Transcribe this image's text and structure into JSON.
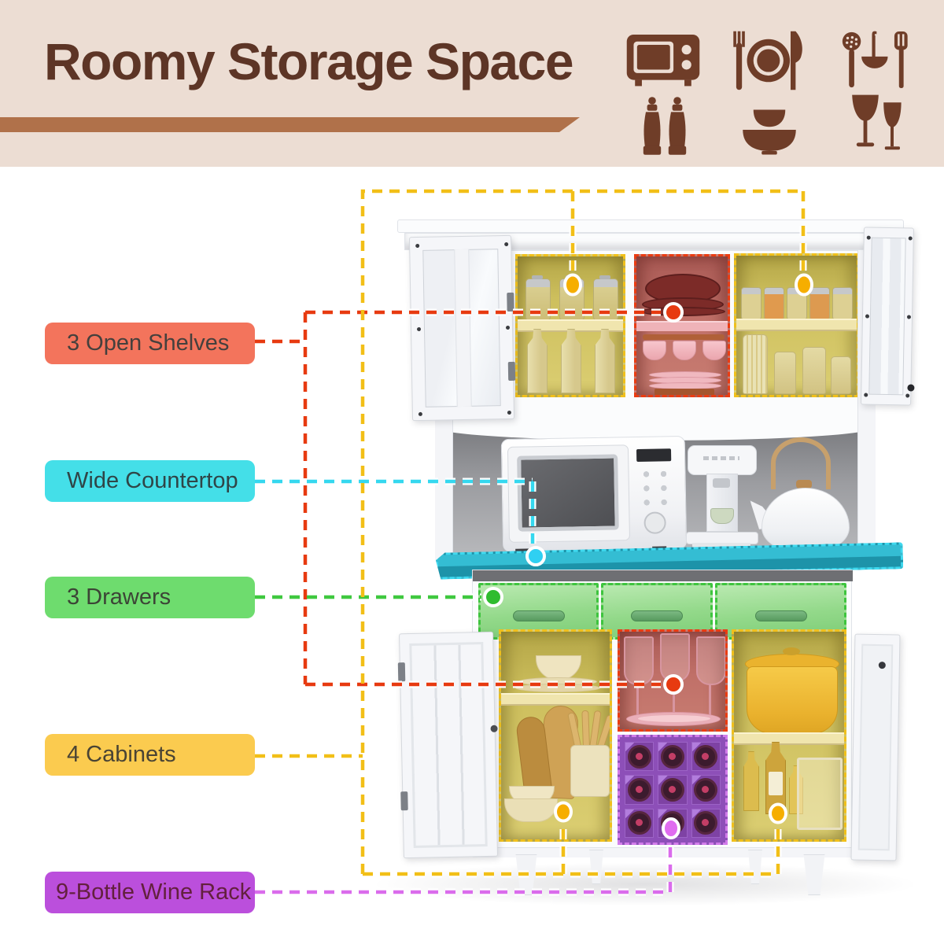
{
  "header": {
    "title": "Roomy Storage Space",
    "background_color": "#ecddd3",
    "title_color": "#5d3526",
    "underline_color": "#b0714a",
    "icon_color": "#6f3d28",
    "icons": [
      {
        "name": "microwave-icon"
      },
      {
        "name": "dinner-plate-icon"
      },
      {
        "name": "kitchen-utensils-icon"
      },
      {
        "name": "salt-pepper-mills-icon"
      },
      {
        "name": "bowls-icon"
      },
      {
        "name": "wine-glasses-icon"
      }
    ]
  },
  "callouts": [
    {
      "label": "3 Open Shelves",
      "badge_color": "#f3745c",
      "text_color": "#45403d",
      "line_color": "#e73a10",
      "marker_count": 2
    },
    {
      "label": "Wide Countertop",
      "badge_color": "#44dfe8",
      "text_color": "#2f4547",
      "line_color": "#35d8ef",
      "marker_count": 1
    },
    {
      "label": "3 Drawers",
      "badge_color": "#6edc6e",
      "text_color": "#3c4436",
      "line_color": "#3fc83f",
      "marker_count": 1
    },
    {
      "label": "4 Cabinets",
      "badge_color": "#fbcb4f",
      "text_color": "#4a4434",
      "line_color": "#f2bf17",
      "marker_count": 4
    },
    {
      "label": "9-Bottle Wine Rack",
      "badge_color": "#bb4fdc",
      "text_color": "#63203e",
      "line_color": "#da6cec",
      "marker_count": 1
    }
  ],
  "scene_highlight_colors": {
    "open_shelves": "#c4706a",
    "cabinets": "#d3c35c",
    "drawers": "#8fd887",
    "countertop": "#28b0c8",
    "wine_rack": "#9b5ec4"
  }
}
